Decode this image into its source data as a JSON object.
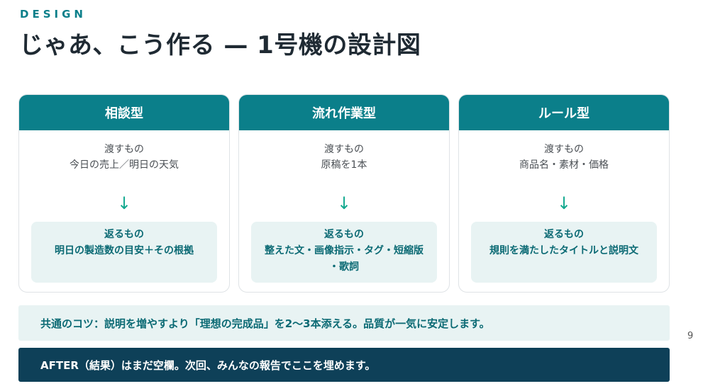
{
  "slide": {
    "eyebrow": "DESIGN",
    "title": "じゃあ、こう作る — 1号機の設計図",
    "page_number": "9"
  },
  "cards": [
    {
      "header": "相談型",
      "give_label": "渡すもの",
      "give_value": "今日の売上／明日の天気",
      "arrow": "↓",
      "return_label": "返るもの",
      "return_value_1": "明日の製造数の目安＋その根拠",
      "return_value_2": ""
    },
    {
      "header": "流れ作業型",
      "give_label": "渡すもの",
      "give_value": "原稿を1本",
      "arrow": "↓",
      "return_label": "返るもの",
      "return_value_1": "整えた文・画像指示・タグ・短縮版",
      "return_value_2": "・歌詞"
    },
    {
      "header": "ルール型",
      "give_label": "渡すもの",
      "give_value": "商品名・素材・価格",
      "arrow": "↓",
      "return_label": "返るもの",
      "return_value_1": "規則を満たしたタイトルと説明文",
      "return_value_2": ""
    }
  ],
  "tip": "共通のコツ：説明を増やすより「理想の完成品」を2〜3本添える。品質が一気に安定します。",
  "after": "AFTER（結果）はまだ空欄。次回、みんなの報告でここを埋めます。",
  "colors": {
    "accent_teal": "#0b7f8a",
    "arrow_green": "#13a98f",
    "light_panel": "#e8f3f3",
    "dark_banner": "#0e4058",
    "title_text": "#1f2a33"
  }
}
